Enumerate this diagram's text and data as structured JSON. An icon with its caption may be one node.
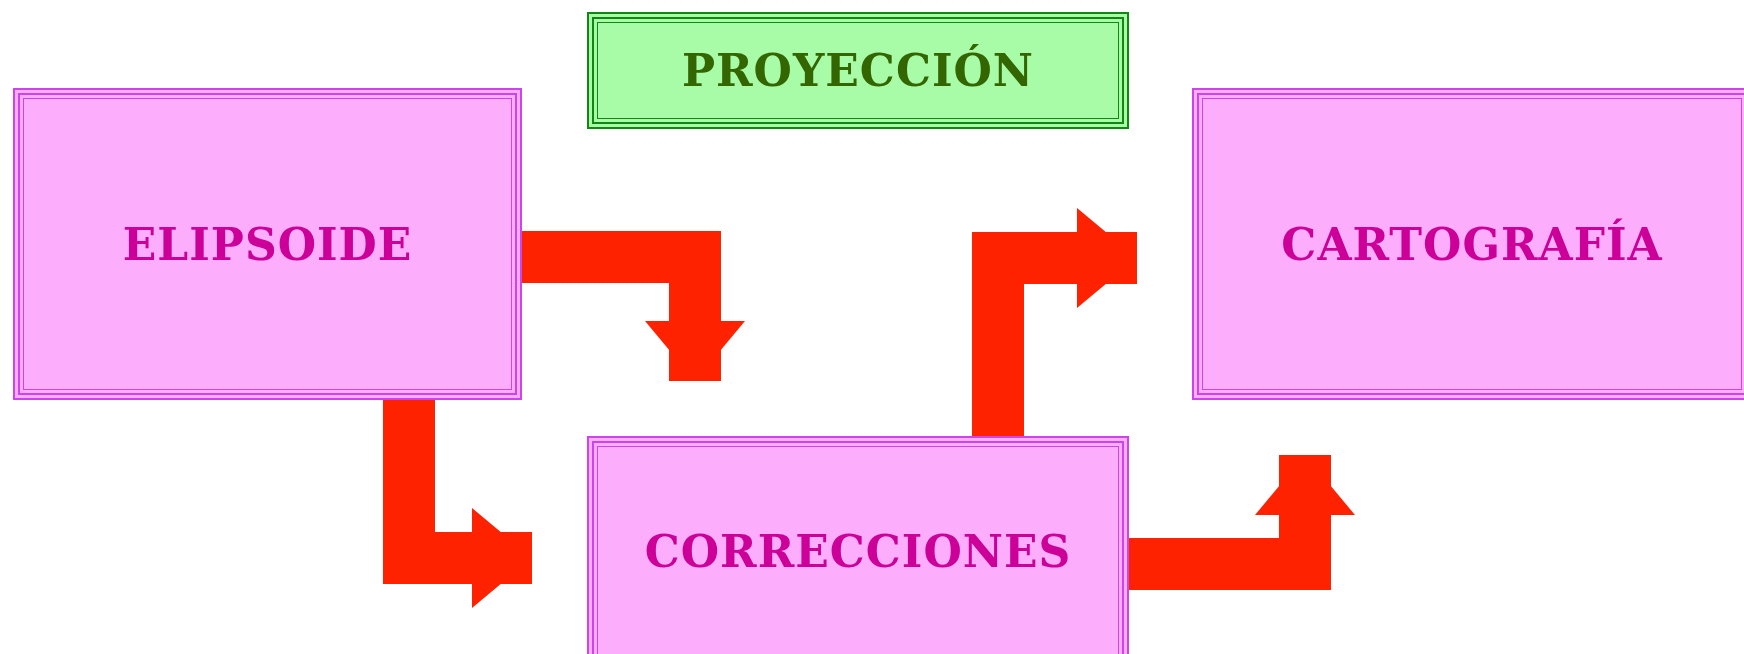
{
  "diagram": {
    "nodes": [
      {
        "text": [
          "ELIPSOIDE"
        ]
      },
      {
        "text": [
          "PROYECCIÓN"
        ]
      },
      {
        "text": [
          "CARTOGRAFÍA"
        ]
      },
      {
        "text": [
          "CORRECCIONES"
        ]
      }
    ],
    "edges": [
      {
        "from": 0,
        "to": 3,
        "arrow": "to"
      },
      {
        "from": 0,
        "to": 3,
        "arrow": "to"
      },
      {
        "from": 3,
        "to": 2,
        "arrow": "to"
      },
      {
        "from": 3,
        "to": 2,
        "arrow": "to"
      }
    ]
  }
}
